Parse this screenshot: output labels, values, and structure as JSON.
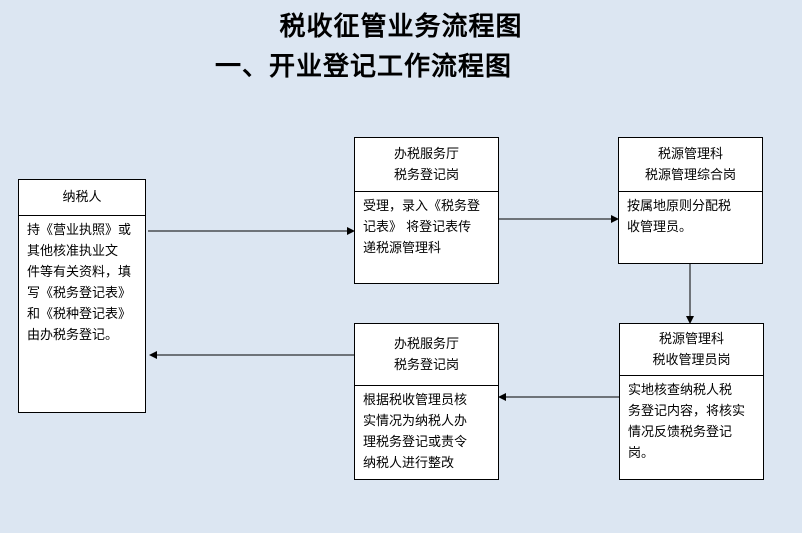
{
  "title": "税收征管业务流程图",
  "subtitle": "一、开业登记工作流程图",
  "boxes": {
    "taxpayer": {
      "head": [
        "纳税人"
      ],
      "body": "持《营业执照》或\n其他核准执业文\n件等有关资料，填\n写《税务登记表》\n和《税种登记表》\n由办税务登记。"
    },
    "hall_accept": {
      "head": [
        "办税服务厅",
        "税务登记岗"
      ],
      "body": "受理，录入《税务登\n记表》 将登记表传\n递税源管理科"
    },
    "source_dept": {
      "head": [
        "税源管理科",
        "税源管理综合岗"
      ],
      "body": "按属地原则分配税\n收管理员。"
    },
    "collector": {
      "head": [
        "税源管理科",
        "税收管理员岗"
      ],
      "body": "实地核查纳税人税\n务登记内容，将核实\n情况反馈税务登记\n岗。"
    },
    "hall_process": {
      "head": [
        "办税服务厅",
        "税务登记岗"
      ],
      "body": "根据税收管理员核\n实情况为纳税人办\n理税务登记或责令\n纳税人进行整改"
    }
  }
}
